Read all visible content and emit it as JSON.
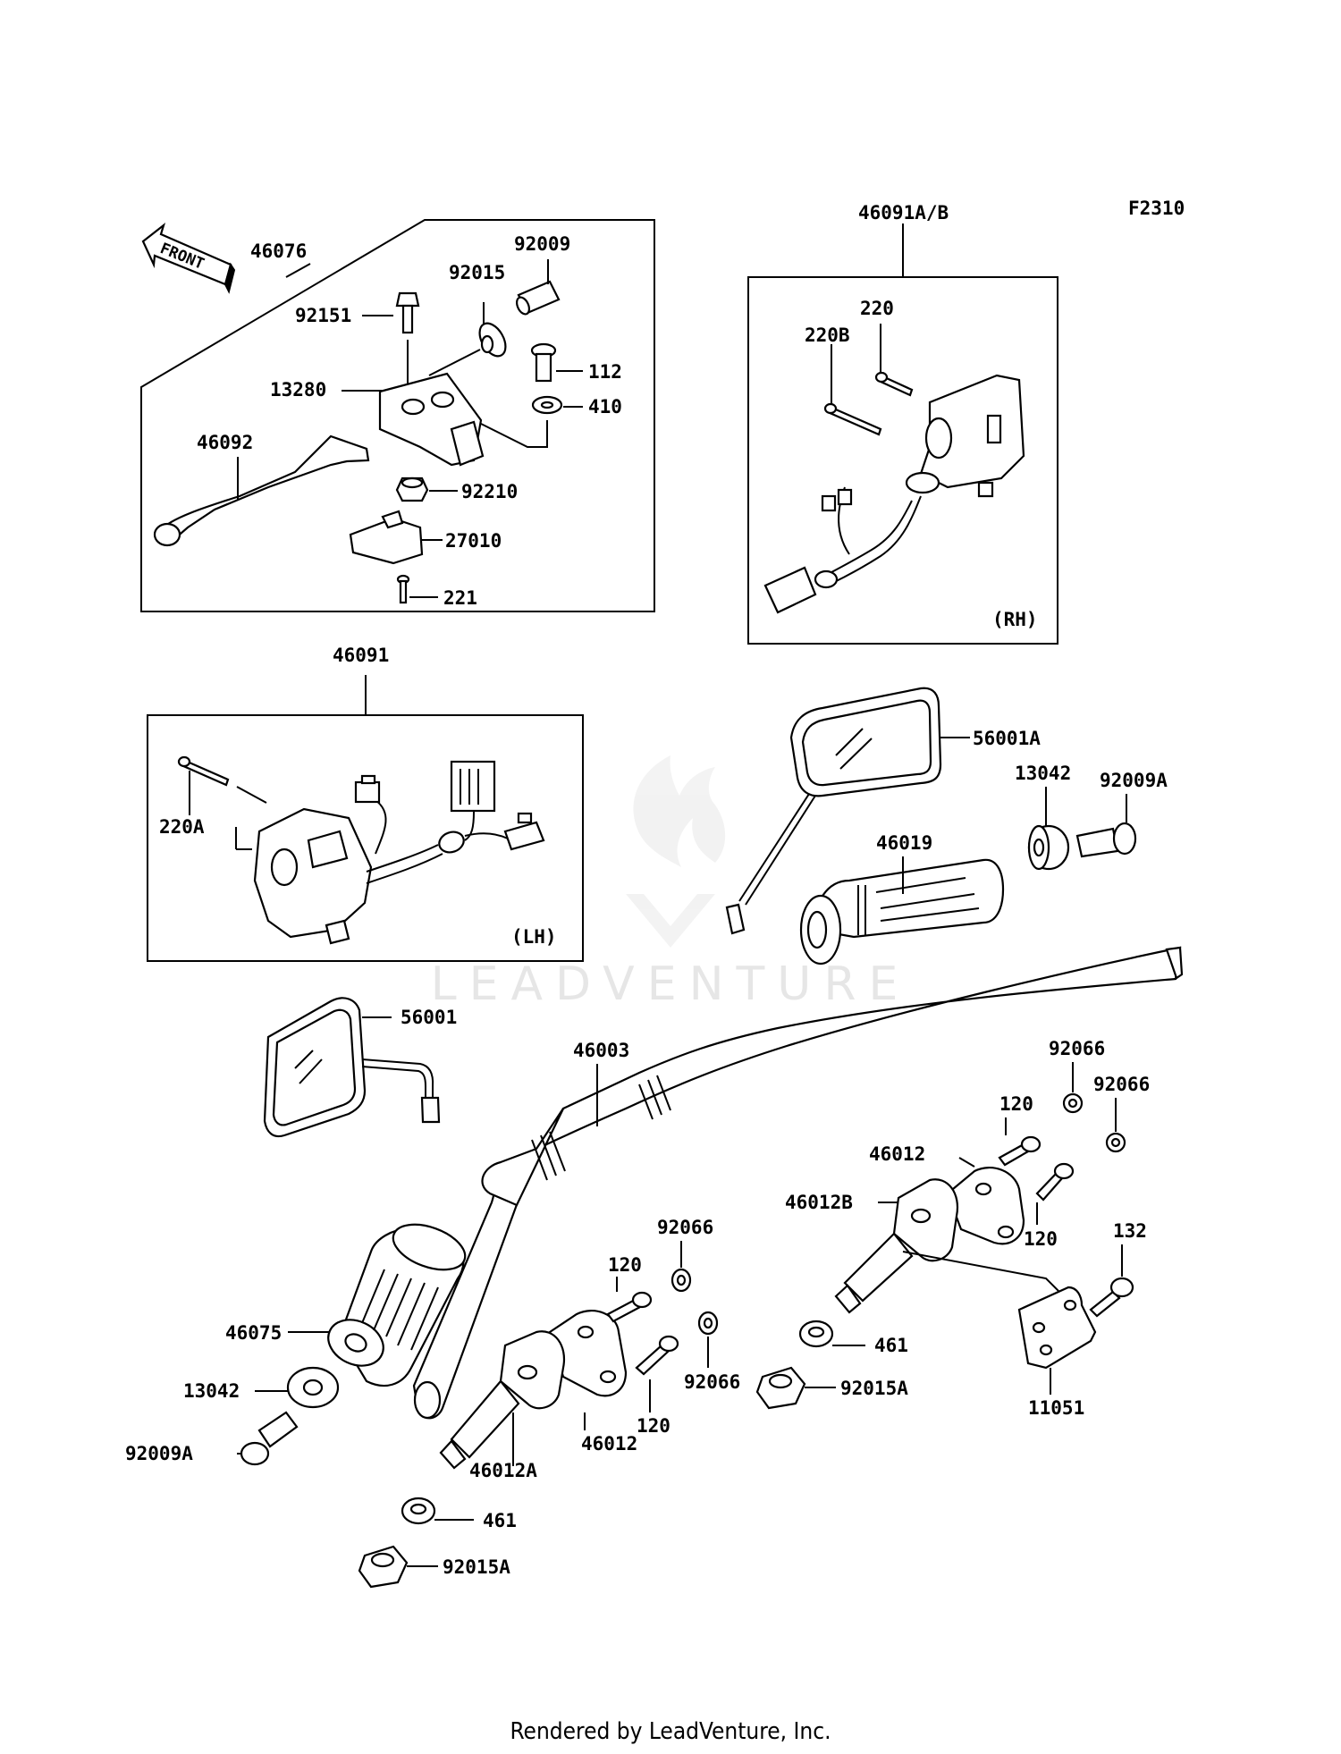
{
  "diagram_code": "F2310",
  "watermark": "LEADVENTURE",
  "footer": "Rendered by LeadVenture, Inc.",
  "front_label": "FRONT",
  "side_labels": {
    "rh": "(RH)",
    "lh": "(LH)"
  },
  "callouts": {
    "c46076": "46076",
    "c92009": "92009",
    "c92015": "92015",
    "c92151": "92151",
    "c112": "112",
    "c13280": "13280",
    "c410": "410",
    "c46092": "46092",
    "c92210": "92210",
    "c27010": "27010",
    "c221": "221",
    "c46091ab": "46091A/B",
    "c220": "220",
    "c220b": "220B",
    "c46091": "46091",
    "c220a": "220A",
    "c56001a": "56001A",
    "c13042r": "13042",
    "c92009ar": "92009A",
    "c46019": "46019",
    "c56001": "56001",
    "c46003": "46003",
    "c92066a": "92066",
    "c92066b": "92066",
    "c120a": "120",
    "c46012a": "46012",
    "c46012b": "46012B",
    "c120b": "120",
    "c132": "132",
    "c92066c": "92066",
    "c120c": "120",
    "c461a": "461",
    "c92015a1": "92015A",
    "c46075": "46075",
    "c120d": "120",
    "c92066d": "92066",
    "c13042l": "13042",
    "c46012c": "46012",
    "c11051": "11051",
    "c92009al": "92009A",
    "c46012aa": "46012A",
    "c461b": "461",
    "c92015a2": "92015A"
  }
}
